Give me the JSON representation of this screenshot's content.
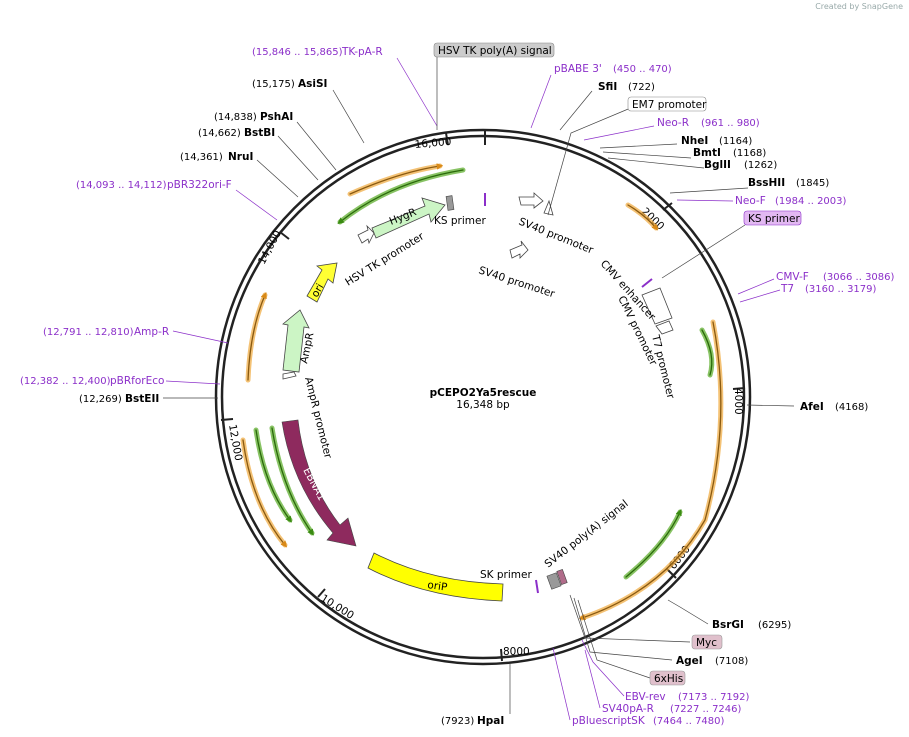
{
  "credit": "Created by SnapGene",
  "plasmid": {
    "name": "pCEPO2Ya5rescue",
    "size": "16,348 bp"
  },
  "ticks": [
    "2000",
    "4000",
    "6000",
    "8000",
    "10,000",
    "12,000",
    "14,000",
    "16,000"
  ],
  "sites": {
    "tk_pa_r": "TK-pA-R",
    "tk_pa_r_pos": "(15,846 .. 15,865)",
    "hsv_tk_polya": "HSV TK poly(A) signal",
    "pbabe3": "pBABE 3'",
    "pbabe3_pos": "(450 .. 470)",
    "asisi": "AsiSI",
    "asisi_pos": "(15,175)",
    "sfii": "SfiI",
    "sfii_pos": "(722)",
    "em7": "EM7 promoter",
    "pshai": "PshAI",
    "pshai_pos": "(14,838)",
    "neo_r": "Neo-R",
    "neo_r_pos": "(961 .. 980)",
    "bstbi": "BstBI",
    "bstbi_pos": "(14,662)",
    "nhei": "NheI",
    "nhei_pos": "(1164)",
    "bmti": "BmtI",
    "bmti_pos": "(1168)",
    "nrui": "NruI",
    "nrui_pos": "(14,361)",
    "bglii": "BglII",
    "bglii_pos": "(1262)",
    "pbr322": "pBR322ori-F",
    "pbr322_pos": "(14,093 .. 14,112)",
    "bsshii": "BssHII",
    "bsshii_pos": "(1845)",
    "neo_f": "Neo-F",
    "neo_f_pos": "(1984 .. 2003)",
    "ks_primer_box": "KS primer",
    "cmv_f": "CMV-F",
    "cmv_f_pos": "(3066 .. 3086)",
    "t7": "T7",
    "t7_pos": "(3160 .. 3179)",
    "amp_r": "Amp-R",
    "amp_r_pos": "(12,791 .. 12,810)",
    "afei": "AfeI",
    "afei_pos": "(4168)",
    "pbrforeco": "pBRforEco",
    "pbrforeco_pos": "(12,382 .. 12,400)",
    "bsteii": "BstEII",
    "bsteii_pos": "(12,269)",
    "bsrgi": "BsrGI",
    "bsrgi_pos": "(6295)",
    "myc": "Myc",
    "agei": "AgeI",
    "agei_pos": "(7108)",
    "his": "6xHis",
    "ebv_rev": "EBV-rev",
    "ebv_rev_pos": "(7173 .. 7192)",
    "sv40pa_r": "SV40pA-R",
    "sv40pa_r_pos": "(7227 .. 7246)",
    "pbluescript": "pBluescriptSK",
    "pbluescript_pos": "(7464 .. 7480)",
    "hpai": "HpaI",
    "hpai_pos": "(7923)"
  },
  "features": {
    "hygr": "HygR",
    "hsv_tk_promoter": "HSV TK promoter",
    "ks_primer": "KS primer",
    "sv40_promoter_1": "SV40 promoter",
    "sv40_promoter_2": "SV40 promoter",
    "ori": "ori",
    "ampr": "AmpR",
    "ampr_promoter": "AmpR promoter",
    "cmv_enhancer": "CMV enhancer",
    "cmv_promoter": "CMV promoter",
    "t7_promoter": "T7 promoter",
    "ebna1": "EBNA1",
    "orip": "oriP",
    "sk_primer": "SK primer",
    "sv40_polya": "SV40 poly(A) signal"
  },
  "colors": {
    "primer": "#8b2fc9",
    "ori": "#ffff00",
    "marker": "#ccf5c5",
    "ebna": "#8e2a5e",
    "orange": "#f0a83a",
    "green": "#55aa22"
  }
}
